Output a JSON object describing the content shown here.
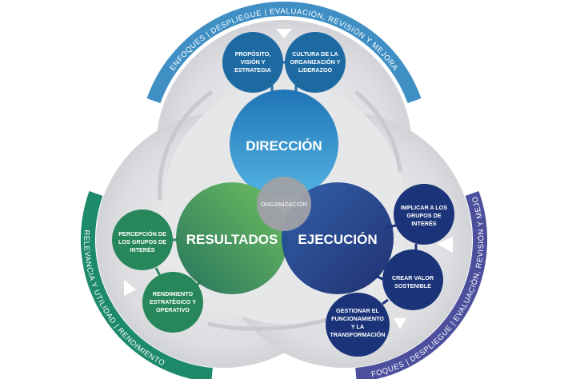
{
  "bands": {
    "top": "ENFOQUES | DESPLIEGUE | EVALUACIÓN, REVISIÓN Y MEJORA",
    "left": "RELEVANCIA Y UTILIDAD | RENDIMIENTO",
    "right": "ENFOQUES | DESPLIEGUE | EVALUACIÓN, REVISIÓN Y MEJORA"
  },
  "core": {
    "direccion": "DIRECCIÓN",
    "resultados": "RESULTADOS",
    "ejecucion": "EJECUCIÓN",
    "organizacion": "ORGANIZACIÓN"
  },
  "criteria": {
    "proposito": [
      "PROPÓSITO,",
      "VISIÓN Y",
      "ESTRATEGIA"
    ],
    "cultura": [
      "CULTURA DE LA",
      "ORGANIZACIÓN Y",
      "LIDERAZGO"
    ],
    "implicar": [
      "IMPLICAR A LOS",
      "GRUPOS DE",
      "INTERÉS"
    ],
    "crear": [
      "CREAR VALOR",
      "SOSTENIBLE"
    ],
    "gestionar": [
      "GESTIONAR EL",
      "FUNCIONAMIENTO",
      "Y LA",
      "TRANSFORMACIÓN"
    ],
    "percepcion": [
      "PERCEPCIÓN DE",
      "LOS GRUPOS DE",
      "INTERÉS"
    ],
    "rendimiento": [
      "RENDIMIENTO",
      "ESTRATÉGICO Y",
      "OPERATIVO"
    ]
  },
  "colors": {
    "top_band": "#3f8fc4",
    "left_band": "#1d8a6b",
    "right_band": "#4b4f9c",
    "direccion": "#2e8fc8",
    "resultados": "#3a9a55",
    "ejecucion": "#1f3d8a",
    "small_blue": "#1d6aa3",
    "small_navy": "#1b3479",
    "small_green": "#27875a"
  }
}
